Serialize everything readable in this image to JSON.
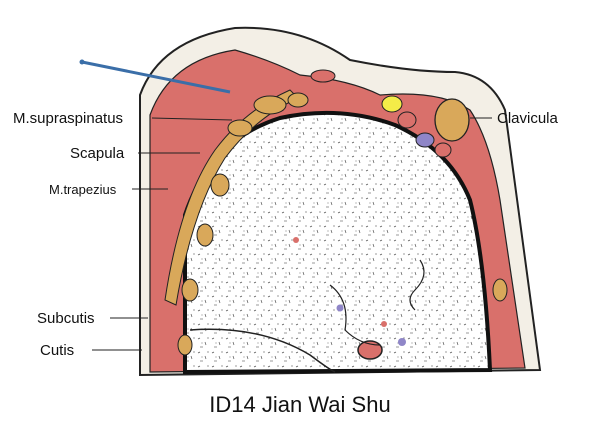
{
  "caption": "ID14 Jian Wai Shu",
  "labels": {
    "supraspinatus": "M.supraspinatus",
    "scapula": "Scapula",
    "trapezius": "M.trapezius",
    "subcutis": "Subcutis",
    "cutis": "Cutis",
    "clavicula": "Clavicula"
  },
  "colors": {
    "muscle": "#d9706b",
    "bone": "#d9a85a",
    "skin": "#f3efe6",
    "vessel_yellow": "#f4ec48",
    "vessel_purple": "#8f86c8",
    "needle": "#3a6ea8",
    "outline": "#222222"
  }
}
